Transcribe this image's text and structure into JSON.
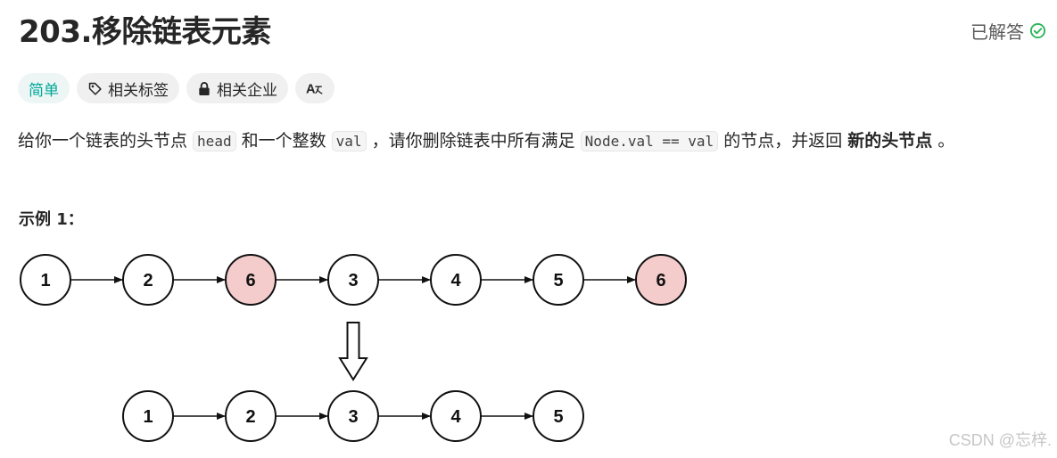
{
  "problem": {
    "number": "203.",
    "title": "移除链表元素",
    "status": "已解答",
    "status_color": "#2db55d"
  },
  "tags": [
    {
      "label": "简单",
      "icon": null
    },
    {
      "label": "相关标签",
      "icon": "tag-icon"
    },
    {
      "label": "相关企业",
      "icon": "lock-icon"
    },
    {
      "label": "Aa",
      "icon": "translate-icon"
    }
  ],
  "description": {
    "part1": "给你一个链表的头节点 ",
    "code1": "head",
    "part2": " 和一个整数 ",
    "code2": "val",
    "part3": " ，请你删除链表中所有满足 ",
    "code3": "Node.val == val",
    "part4": " 的节点，并返回 ",
    "bold": "新的头节点",
    "part5": " 。"
  },
  "example": {
    "title": "示例 1：",
    "input_list": [
      "1",
      "2",
      "6",
      "3",
      "4",
      "5",
      "6"
    ],
    "highlighted_value": "6",
    "highlight_color": "#f5cccc",
    "output_list": [
      "1",
      "2",
      "3",
      "4",
      "5"
    ]
  },
  "watermark": "CSDN @忘梓."
}
